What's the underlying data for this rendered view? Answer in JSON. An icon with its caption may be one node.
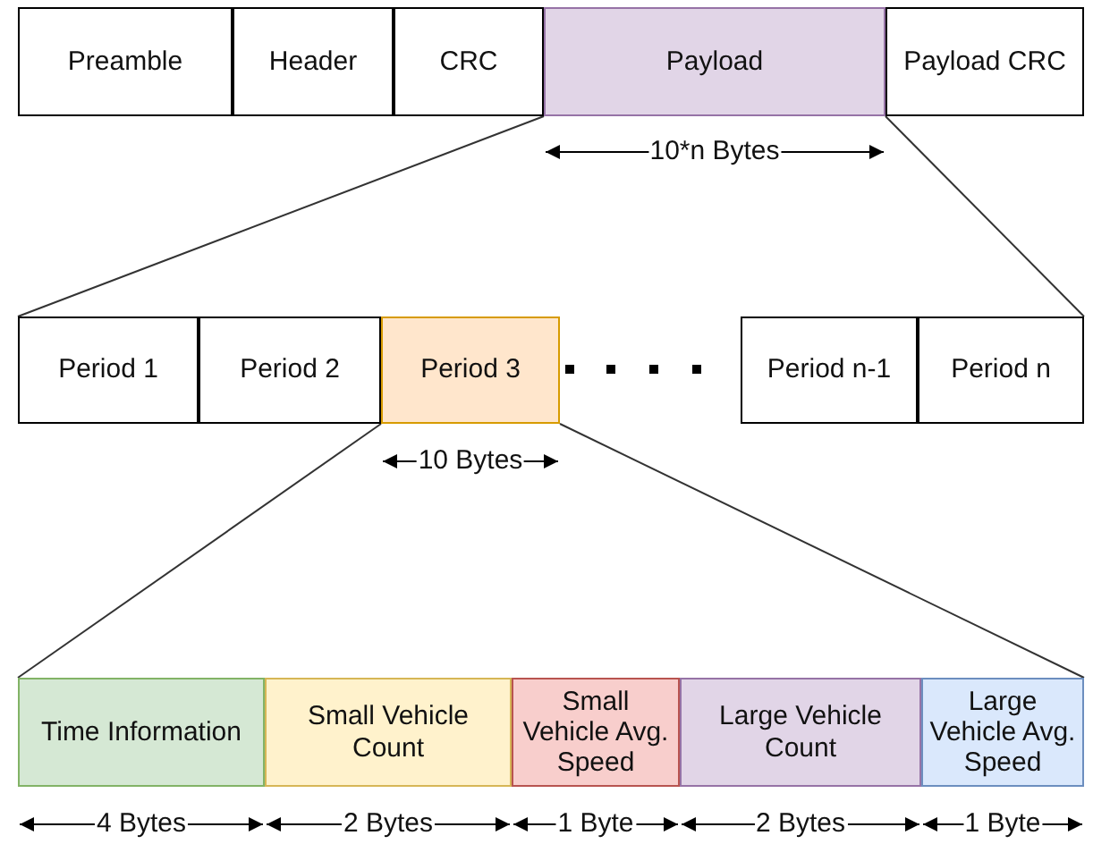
{
  "diagram": {
    "nodes": [
      {
        "text": [
          "Preamble"
        ]
      },
      {
        "text": [
          "Header"
        ]
      },
      {
        "text": [
          "CRC"
        ]
      },
      {
        "text": [
          "Payload"
        ]
      },
      {
        "text": [
          "Payload CRC"
        ]
      },
      {
        "text": [
          "Period 1"
        ]
      },
      {
        "text": [
          "Period 2"
        ]
      },
      {
        "text": [
          "Period 3"
        ]
      },
      {
        "text": [
          "Period n-1"
        ]
      },
      {
        "text": [
          "Period n"
        ]
      },
      {
        "text": [
          "Time Information"
        ]
      },
      {
        "text": [
          "Small Vehicle Count"
        ]
      },
      {
        "text": [
          "Small Vehicle Avg. Speed"
        ]
      },
      {
        "text": [
          "Large Vehicle Count"
        ]
      },
      {
        "text": [
          "Large Vehicle Avg. Speed"
        ]
      }
    ],
    "edges": [
      {
        "from": 3,
        "to": 5,
        "arrow": "none"
      },
      {
        "from": 3,
        "to": 9,
        "arrow": "none"
      },
      {
        "from": 7,
        "to": 10,
        "arrow": "none"
      },
      {
        "from": 7,
        "to": 14,
        "arrow": "none"
      }
    ],
    "labels": [
      "10*n Bytes",
      "10 Bytes",
      "4 Bytes",
      "2 Bytes",
      "1 Byte",
      "2 Bytes",
      "1 Byte"
    ]
  }
}
